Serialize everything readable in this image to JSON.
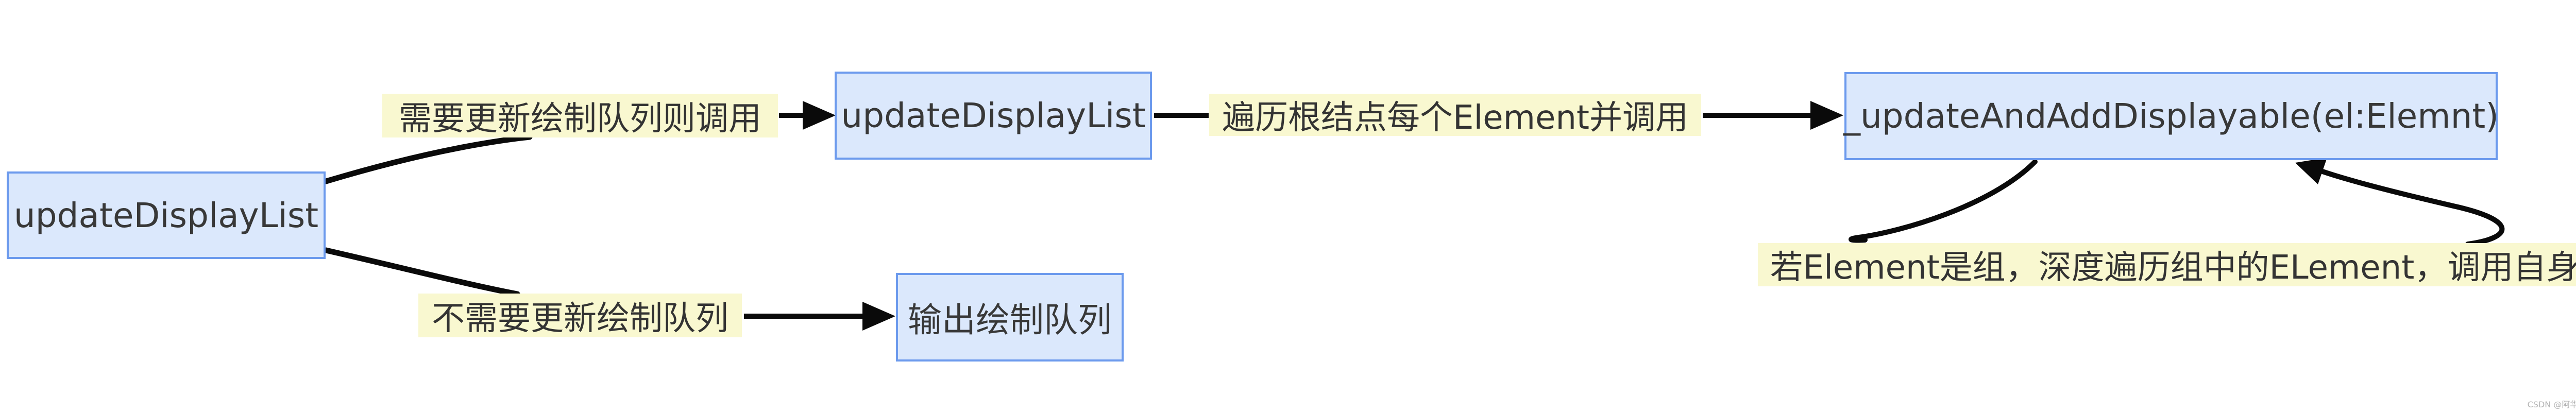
{
  "diagram": {
    "background": "#ffffff",
    "colors": {
      "node_fill": "#dbe8fc",
      "node_border": "#6c9aed",
      "label_fill": "#f9f8d0",
      "text": "#383838",
      "edge": "#0a0a0a",
      "watermark": "#b3b3b3"
    },
    "nodes": [
      {
        "id": "root",
        "label": "updateDisplayList"
      },
      {
        "id": "update2",
        "label": "updateDisplayList"
      },
      {
        "id": "updateadd",
        "label": "_updateAndAddDisplayable(el:Elemnt)"
      },
      {
        "id": "output",
        "label": "输出绘制队列"
      }
    ],
    "edge_labels": [
      {
        "id": "need",
        "text": "需要更新绘制队列则调用"
      },
      {
        "id": "traverse",
        "text": "遍历根结点每个Element并调用"
      },
      {
        "id": "noneed",
        "text": "不需要更新绘制队列"
      },
      {
        "id": "group",
        "text": "若Element是组，深度遍历组中的ELement，调用自身"
      }
    ],
    "edges": [
      {
        "from": "root",
        "to": "label-need",
        "type": "curve"
      },
      {
        "from": "label-need",
        "to": "update2",
        "type": "arrow"
      },
      {
        "from": "update2",
        "to": "label-traverse",
        "type": "line"
      },
      {
        "from": "label-traverse",
        "to": "updateadd",
        "type": "arrow"
      },
      {
        "from": "root",
        "to": "label-noneed",
        "type": "curve"
      },
      {
        "from": "label-noneed",
        "to": "output",
        "type": "arrow"
      },
      {
        "from": "updateadd",
        "to": "label-group",
        "type": "loop-curve"
      },
      {
        "from": "label-group",
        "to": "updateadd",
        "type": "loop-arrow"
      }
    ],
    "watermark": {
      "text": "CSDN @阿华tian"
    }
  }
}
